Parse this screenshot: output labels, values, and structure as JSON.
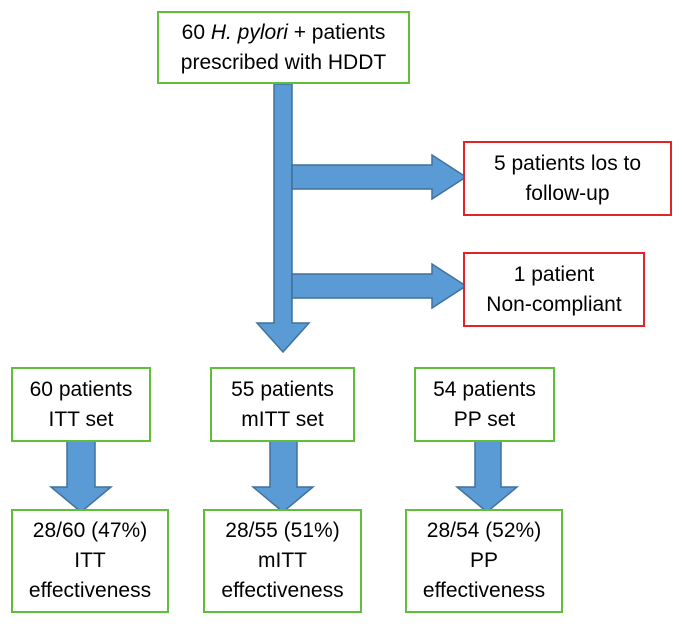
{
  "start_box": {
    "line1_prefix": "60 ",
    "line1_italic": "H. pylori",
    "line1_suffix": " + patients",
    "line2": "prescribed with HDDT"
  },
  "exclusions": [
    {
      "line1": "5 patients los to",
      "line2": "follow-up"
    },
    {
      "line1": "1 patient",
      "line2": "Non-compliant"
    }
  ],
  "sets": [
    {
      "line1": "60 patients",
      "line2": "ITT set"
    },
    {
      "line1": "55 patients",
      "line2": "mITT set"
    },
    {
      "line1": "54 patients",
      "line2": "PP set"
    }
  ],
  "results": [
    {
      "line1": "28/60 (47%)",
      "line2": "ITT",
      "line3": "effectiveness"
    },
    {
      "line1": "28/55 (51%)",
      "line2": "mITT",
      "line3": "effectiveness"
    },
    {
      "line1": "28/54 (52%)",
      "line2": "PP",
      "line3": "effectiveness"
    }
  ],
  "colors": {
    "arrow": "#5b9bd5",
    "arrow_outline": "#41719c",
    "green_border": "#5fbf3a",
    "red_border": "#e0242a"
  }
}
